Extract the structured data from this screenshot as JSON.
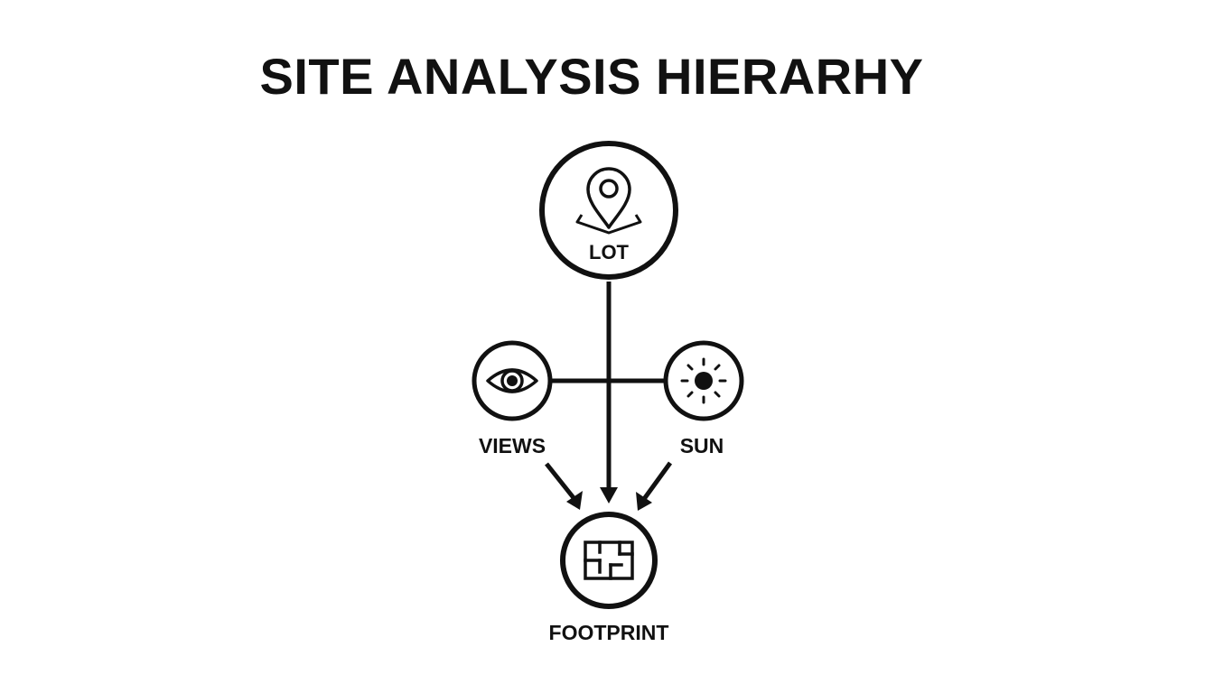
{
  "title": "SITE ANALYSIS HIERARHY",
  "nodes": {
    "lot": {
      "label": "LOT",
      "icon": "map-pin-icon"
    },
    "views": {
      "label": "VIEWS",
      "icon": "eye-icon"
    },
    "sun": {
      "label": "SUN",
      "icon": "sun-icon"
    },
    "footprint": {
      "label": "FOOTPRINT",
      "icon": "floor-plan-icon"
    }
  },
  "colors": {
    "stroke": "#111111",
    "background": "#ffffff"
  }
}
